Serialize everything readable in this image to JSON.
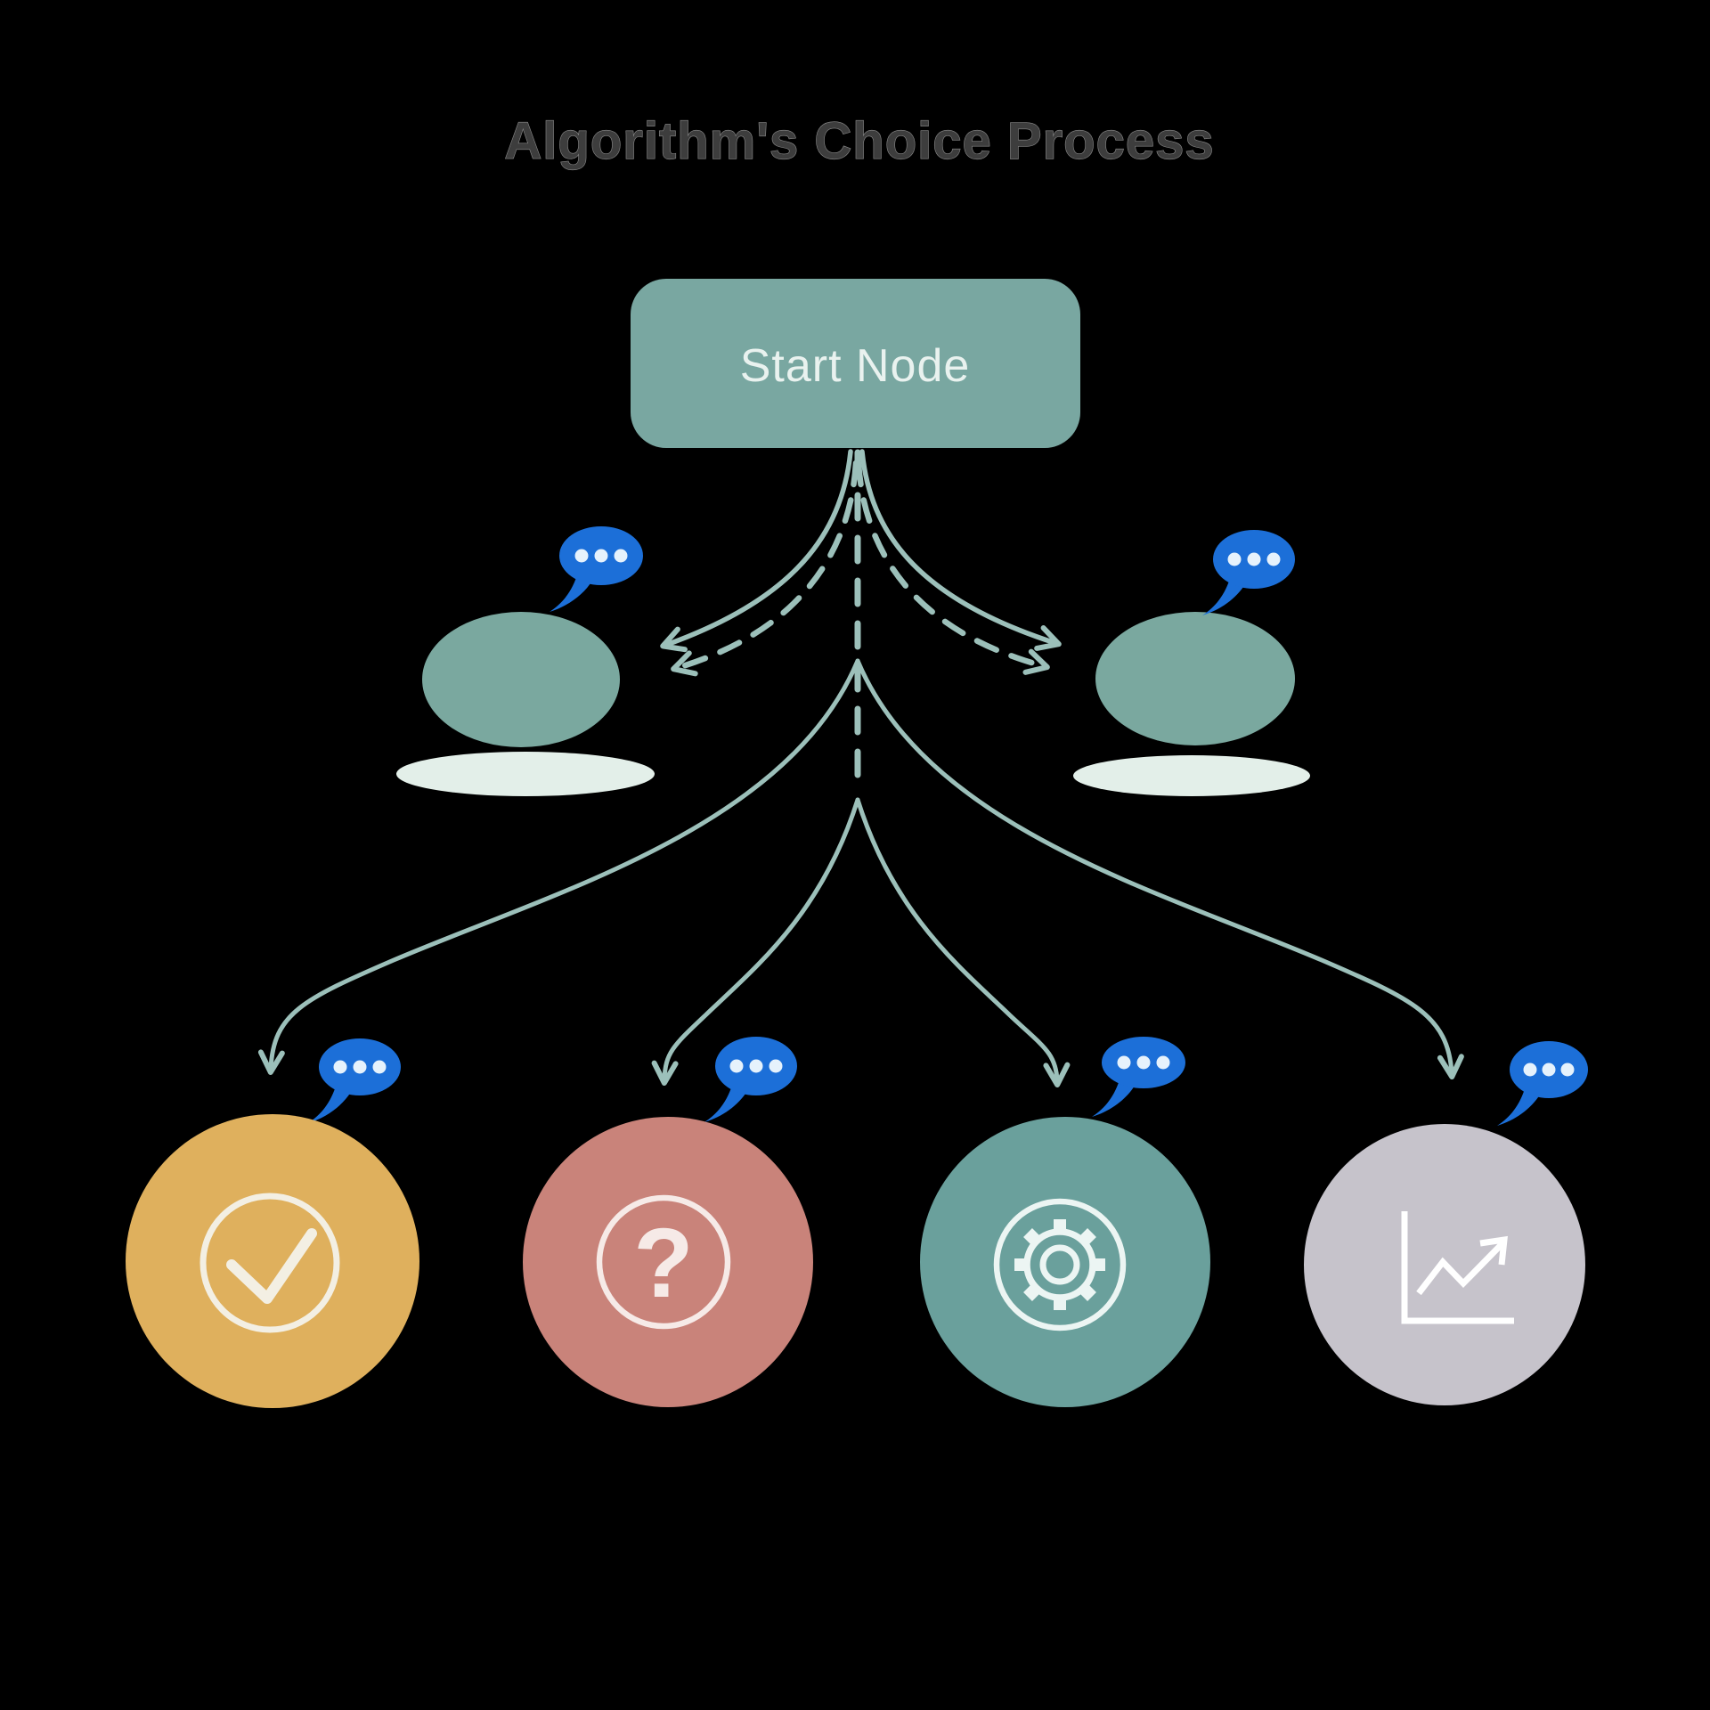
{
  "title": "Algorithm's Choice Process",
  "start_node": {
    "label": "Start Node"
  },
  "option_nodes": {
    "left": {
      "shape": "ellipse"
    },
    "right": {
      "shape": "ellipse"
    }
  },
  "outcomes": {
    "check": {
      "icon": "check-circle-icon"
    },
    "question": {
      "icon": "question-circle-icon",
      "glyph": "?"
    },
    "gear": {
      "icon": "gear-icon"
    },
    "chart": {
      "icon": "chart-line-icon"
    }
  },
  "icons": {
    "speech_bubble": "ellipsis-speech-bubble-icon",
    "arrowhead": "arrowhead-chevron-icon"
  },
  "colors": {
    "background": "#000000",
    "title_fill": "#3d3d3d",
    "title_outline": "#8a8a8a",
    "start_node_fill": "#79a7a1",
    "start_node_text": "#e9f2ef",
    "option_ellipse_fill": "#7aa89f",
    "shadow_fill": "#e3efe9",
    "edge_stroke": "#9cc0ba",
    "bubble_fill": "#1c6fd8",
    "bubble_dots": "#e6f2fc",
    "outcome_check_fill": "#dfb05d",
    "outcome_question_fill": "#c9837a",
    "outcome_gear_fill": "#6aa09c",
    "outcome_chart_fill": "#c6c3cb",
    "icon_check_stroke": "#f3efe3",
    "icon_question_stroke": "#f6eae7",
    "icon_gear_stroke": "#ecf5f3",
    "icon_chart_stroke": "#ffffff"
  }
}
